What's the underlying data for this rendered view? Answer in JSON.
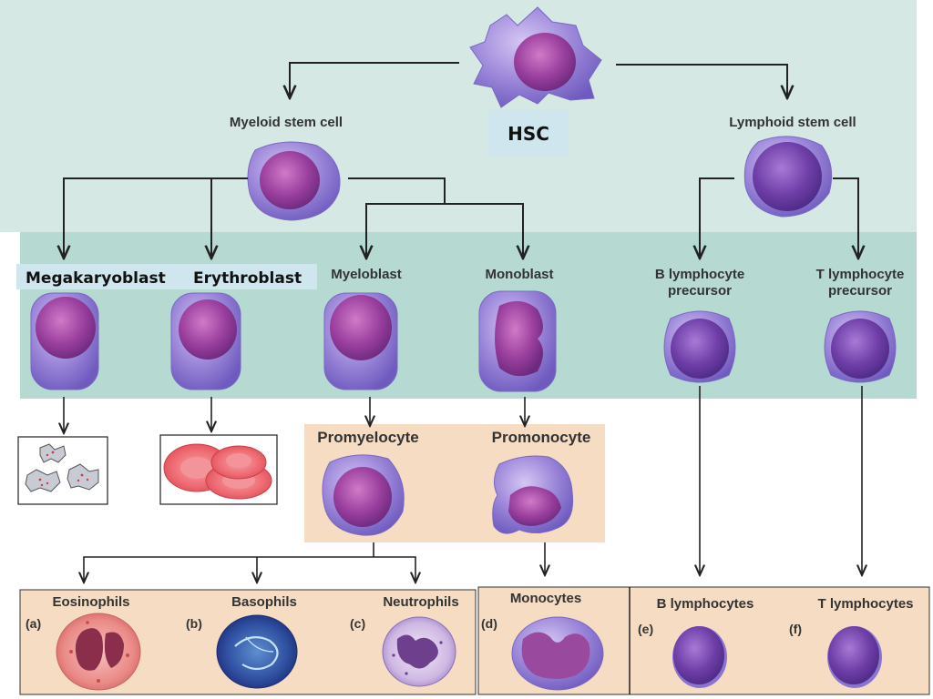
{
  "colors": {
    "top_band": "#d5e8e4",
    "mid_band": "#b6d9d1",
    "label_box": "#cfe6ef",
    "peach": "#f6dcc3",
    "arrow": "#222222"
  },
  "hsc": {
    "label": "HSC"
  },
  "myeloid": {
    "label": "Myeloid stem cell"
  },
  "lymphoid": {
    "label": "Lymphoid stem cell"
  },
  "precursors": {
    "megakaryoblast": "Megakaryoblast",
    "erythroblast": "Erythroblast",
    "myeloblast": "Myeloblast",
    "monoblast": "Monoblast",
    "b_precursor": [
      "B lymphocyte",
      "precursor"
    ],
    "t_precursor": [
      "T lymphocyte",
      "precursor"
    ]
  },
  "intermediates": {
    "promyelocyte": "Promyelocyte",
    "promonocyte": "Promonocyte"
  },
  "mature": {
    "eosinophils": {
      "letter": "(a)",
      "name": "Eosinophils"
    },
    "basophils": {
      "letter": "(b)",
      "name": "Basophils"
    },
    "neutrophils": {
      "letter": "(c)",
      "name": "Neutrophils"
    },
    "monocytes": {
      "letter": "(d)",
      "name": "Monocytes"
    },
    "b_lymphocytes": {
      "letter": "(e)",
      "name": "B lymphocytes"
    },
    "t_lymphocytes": {
      "letter": "(f)",
      "name": "T lymphocytes"
    }
  }
}
